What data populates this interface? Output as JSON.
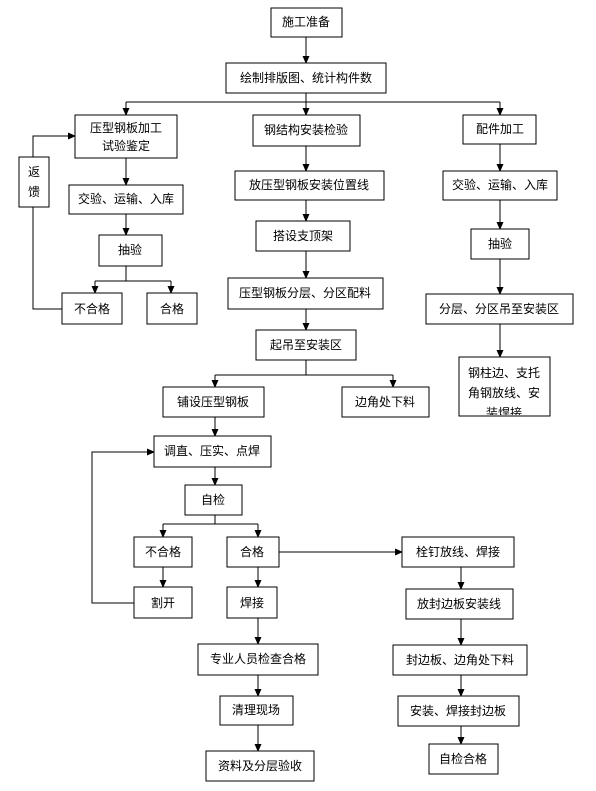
{
  "colors": {
    "line": "#000000",
    "box_fill": "#ffffff",
    "text": "#000000"
  },
  "nodes": {
    "prep": "施工准备",
    "drawing": "绘制排版图、统计构件数",
    "deck_test_1": "压型钢板加工",
    "deck_test_2": "试验鉴定",
    "steel_check": "钢结构安装检验",
    "parts": "配件加工",
    "feedback_1": "返",
    "feedback_2": "馈",
    "deliver_left": "交验、运输、入库",
    "layout_line": "放压型钢板安装位置线",
    "deliver_right": "交验、运输、入库",
    "sample_left": "抽验",
    "support": "搭设支顶架",
    "sample_right": "抽验",
    "fail_left": "不合格",
    "pass_left": "合格",
    "zoning": "压型钢板分层、分区配料",
    "hoist_right": "分层、分区吊至安装区",
    "hoist_mid": "起吊至安装区",
    "column_1": "钢柱边、支托",
    "column_2": "角钢放线、安",
    "column_3": "装焊接",
    "lay_deck": "铺设压型钢板",
    "corner_cut": "边角处下料",
    "adjust": "调直、压实、点焊",
    "self_check": "自检",
    "fail_mid": "不合格",
    "pass_mid": "合格",
    "stud": "栓钉放线、焊接",
    "cut_open": "割开",
    "weld": "焊接",
    "edge_line": "放封边板安装线",
    "pro_check": "专业人员检查合格",
    "edge_corner": "封边板、边角处下料",
    "clean": "清理现场",
    "install_edge": "安装、焊接封边板",
    "acceptance": "资料及分层验收",
    "self_pass": "自检合格"
  }
}
